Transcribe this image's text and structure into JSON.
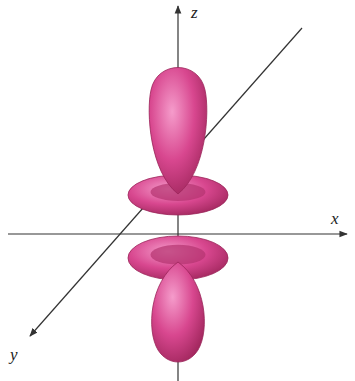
{
  "diagram": {
    "labels": [
      "z",
      "x",
      "y"
    ]
  }
}
